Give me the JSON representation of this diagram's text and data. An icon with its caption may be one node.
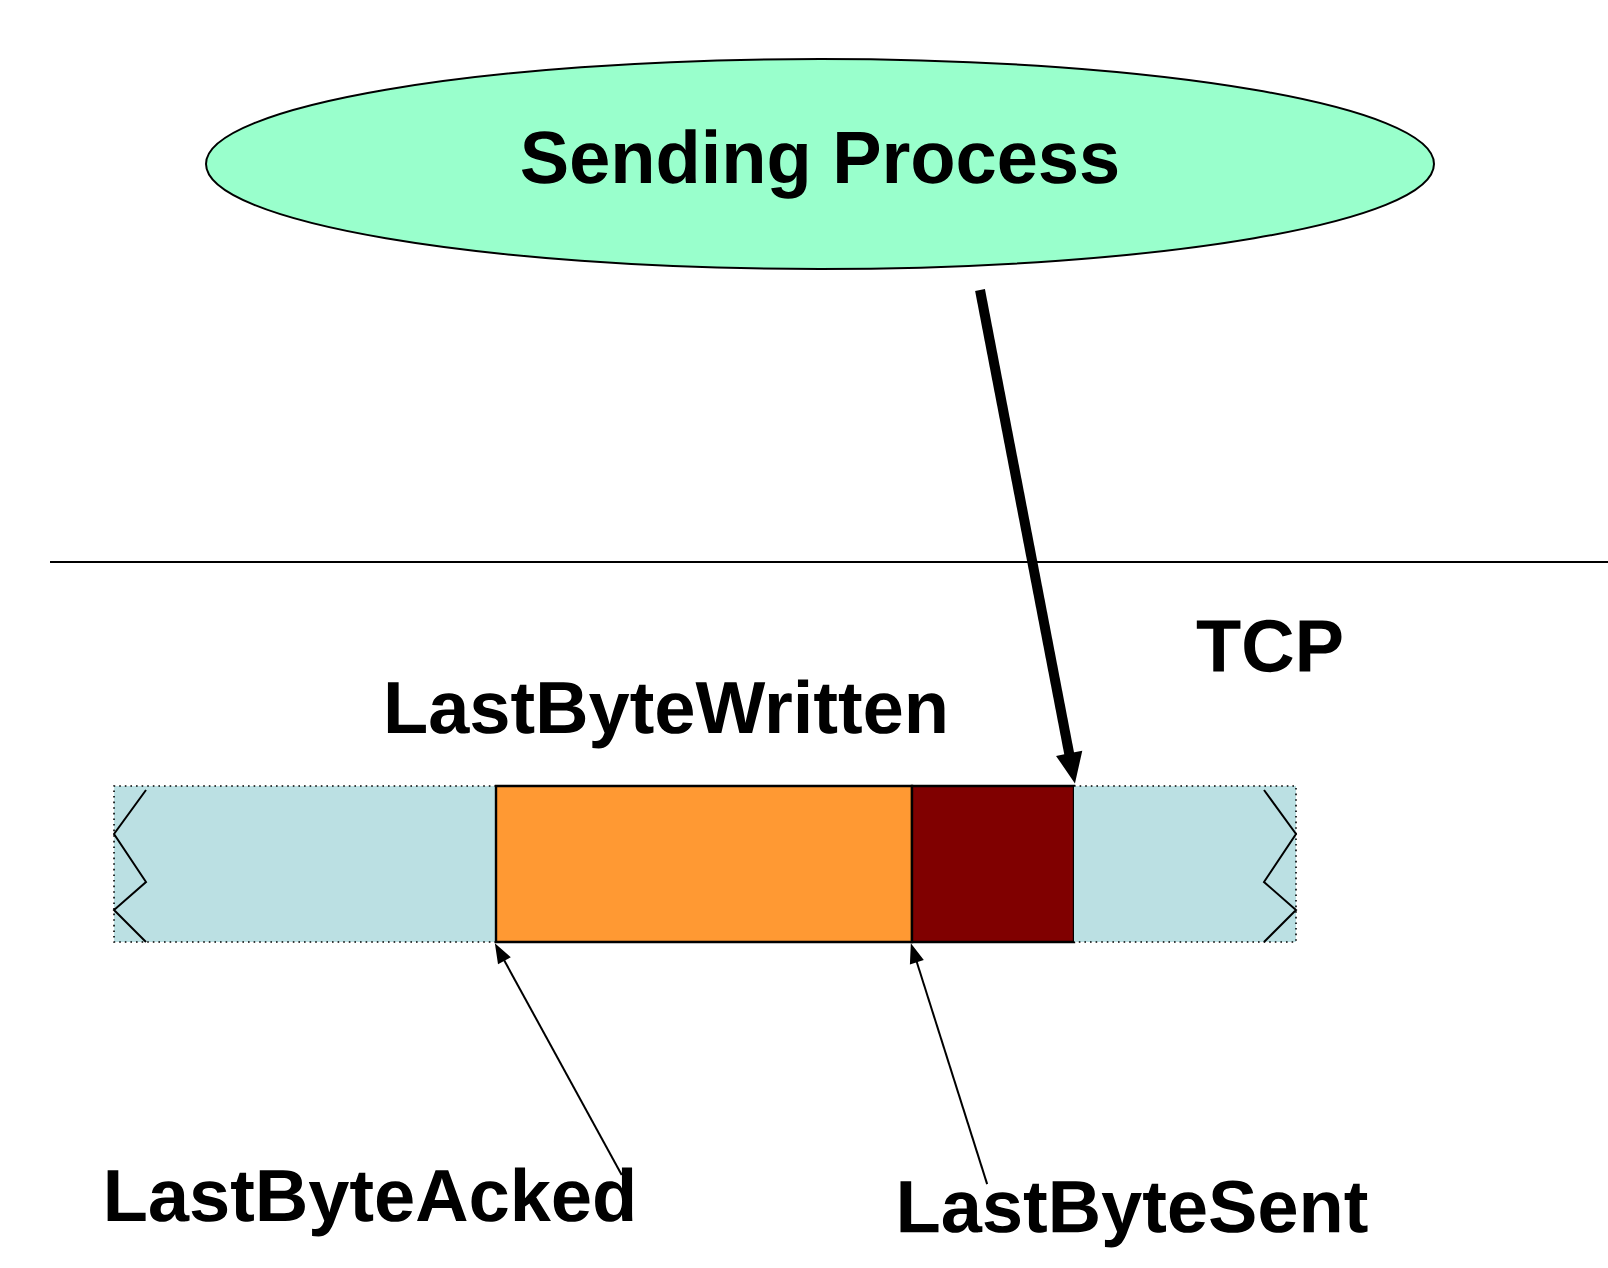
{
  "diagram": {
    "nodes": [
      {
        "text": [
          "Sending Process"
        ]
      },
      {
        "text": [],
        "shape": "box"
      },
      {
        "text": [],
        "shape": "box"
      },
      {
        "text": [],
        "shape": "box"
      },
      {
        "text": [],
        "shape": "box"
      },
      {
        "text": [
          "LastByteAcked"
        ]
      },
      {
        "text": [
          "LastByteSent"
        ]
      }
    ],
    "edges": [
      {
        "from": 0,
        "to": 3,
        "arrow": "to",
        "style": "thick"
      },
      {
        "from": 5,
        "to": 2,
        "arrow": "to"
      },
      {
        "from": 6,
        "to": 3,
        "arrow": "to"
      }
    ],
    "labels": [
      "TCP",
      "LastByteWritten"
    ]
  }
}
